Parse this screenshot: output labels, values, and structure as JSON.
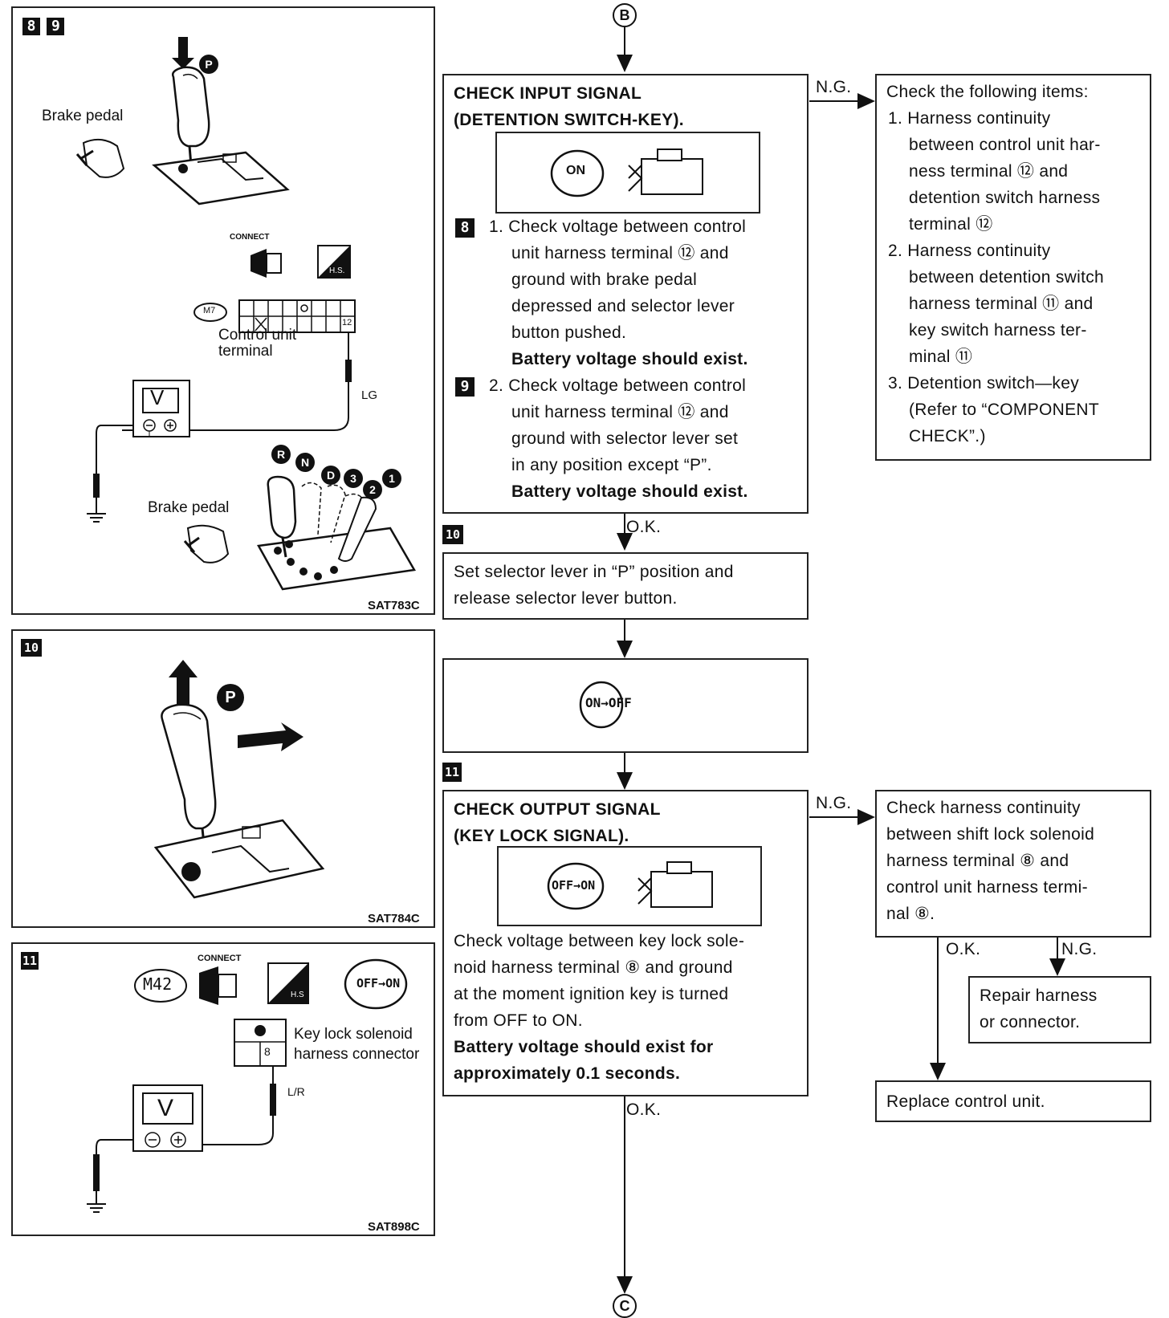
{
  "connectors": {
    "top": "B",
    "bottom": "C"
  },
  "panel1": {
    "steps": [
      "8",
      "9"
    ],
    "brake_pedal_1": "Brake pedal",
    "brake_pedal_2": "Brake pedal",
    "connect_text": "CONNECT",
    "hs_text": "H.S.",
    "connector_id": "M7",
    "pin_12": "12",
    "control_unit_terminal": "Control unit\nterminal",
    "wire": "LG",
    "meter": "V",
    "p_badge": "P",
    "gear_positions": [
      "R",
      "N",
      "D",
      "3",
      "2",
      "1"
    ],
    "code": "SAT783C"
  },
  "panel2": {
    "step": "10",
    "p_badge": "P",
    "code": "SAT784C"
  },
  "panel3": {
    "step": "11",
    "connector_id": "M42",
    "connect_text": "CONNECT",
    "hs_text": "H.S",
    "key_text": "OFF→ON",
    "pin_8": "8",
    "key_lock_label": "Key lock solenoid\nharness connector",
    "wire": "L/R",
    "meter": "V",
    "code": "SAT898C"
  },
  "check_input": {
    "title1": "CHECK INPUT SIGNAL",
    "title2": "(DETENTION SWITCH-KEY).",
    "key_on": "ON",
    "step8": "8",
    "step9": "9",
    "item1_lines": [
      "1. Check voltage between control",
      "unit harness terminal ⑫ and",
      "ground with brake pedal",
      "depressed and selector lever",
      "button pushed."
    ],
    "item1_result": "Battery voltage should exist.",
    "item2_lines": [
      "2. Check voltage between control",
      "unit harness terminal ⑫ and",
      "ground with selector lever set",
      "in any position except “P”."
    ],
    "item2_result": "Battery voltage should exist."
  },
  "ng_box1": {
    "lines": [
      "Check the following items:",
      "1. Harness continuity",
      "between control unit har-",
      "ness terminal ⑫ and",
      "detention switch harness",
      "terminal ⑫",
      "2. Harness continuity",
      "between detention switch",
      "harness terminal ⑪ and",
      "key switch harness ter-",
      "minal ⑪",
      "3. Detention switch—key",
      "(Refer to “COMPONENT",
      "CHECK”.)"
    ]
  },
  "flow_labels": {
    "ng1": "N.G.",
    "ok1": "O.K.",
    "ng2": "N.G.",
    "ok2": "O.K.",
    "ok3": "O.K.",
    "ng3": "N.G."
  },
  "step10": {
    "num": "10",
    "lines": [
      "Set selector lever in “P” position and",
      "release selector lever button."
    ]
  },
  "key_off_box": {
    "key_text": "ON→OFF"
  },
  "check_output": {
    "num": "11",
    "title1": "CHECK OUTPUT SIGNAL",
    "title2": "(KEY LOCK SIGNAL).",
    "key_text": "OFF→ON",
    "lines": [
      "Check voltage between key lock sole-",
      "noid harness terminal ⑧ and ground",
      "at the moment ignition key is turned",
      "from OFF to ON."
    ],
    "result": [
      "Battery voltage should exist for",
      "approximately 0.1 seconds."
    ]
  },
  "ng_box2": {
    "lines": [
      "Check harness continuity",
      "between shift lock solenoid",
      "harness terminal ⑧ and",
      "control unit harness termi-",
      "nal ⑧."
    ]
  },
  "repair_box": {
    "lines": [
      "Repair harness",
      "or connector."
    ]
  },
  "replace_box": {
    "text": "Replace control unit."
  }
}
